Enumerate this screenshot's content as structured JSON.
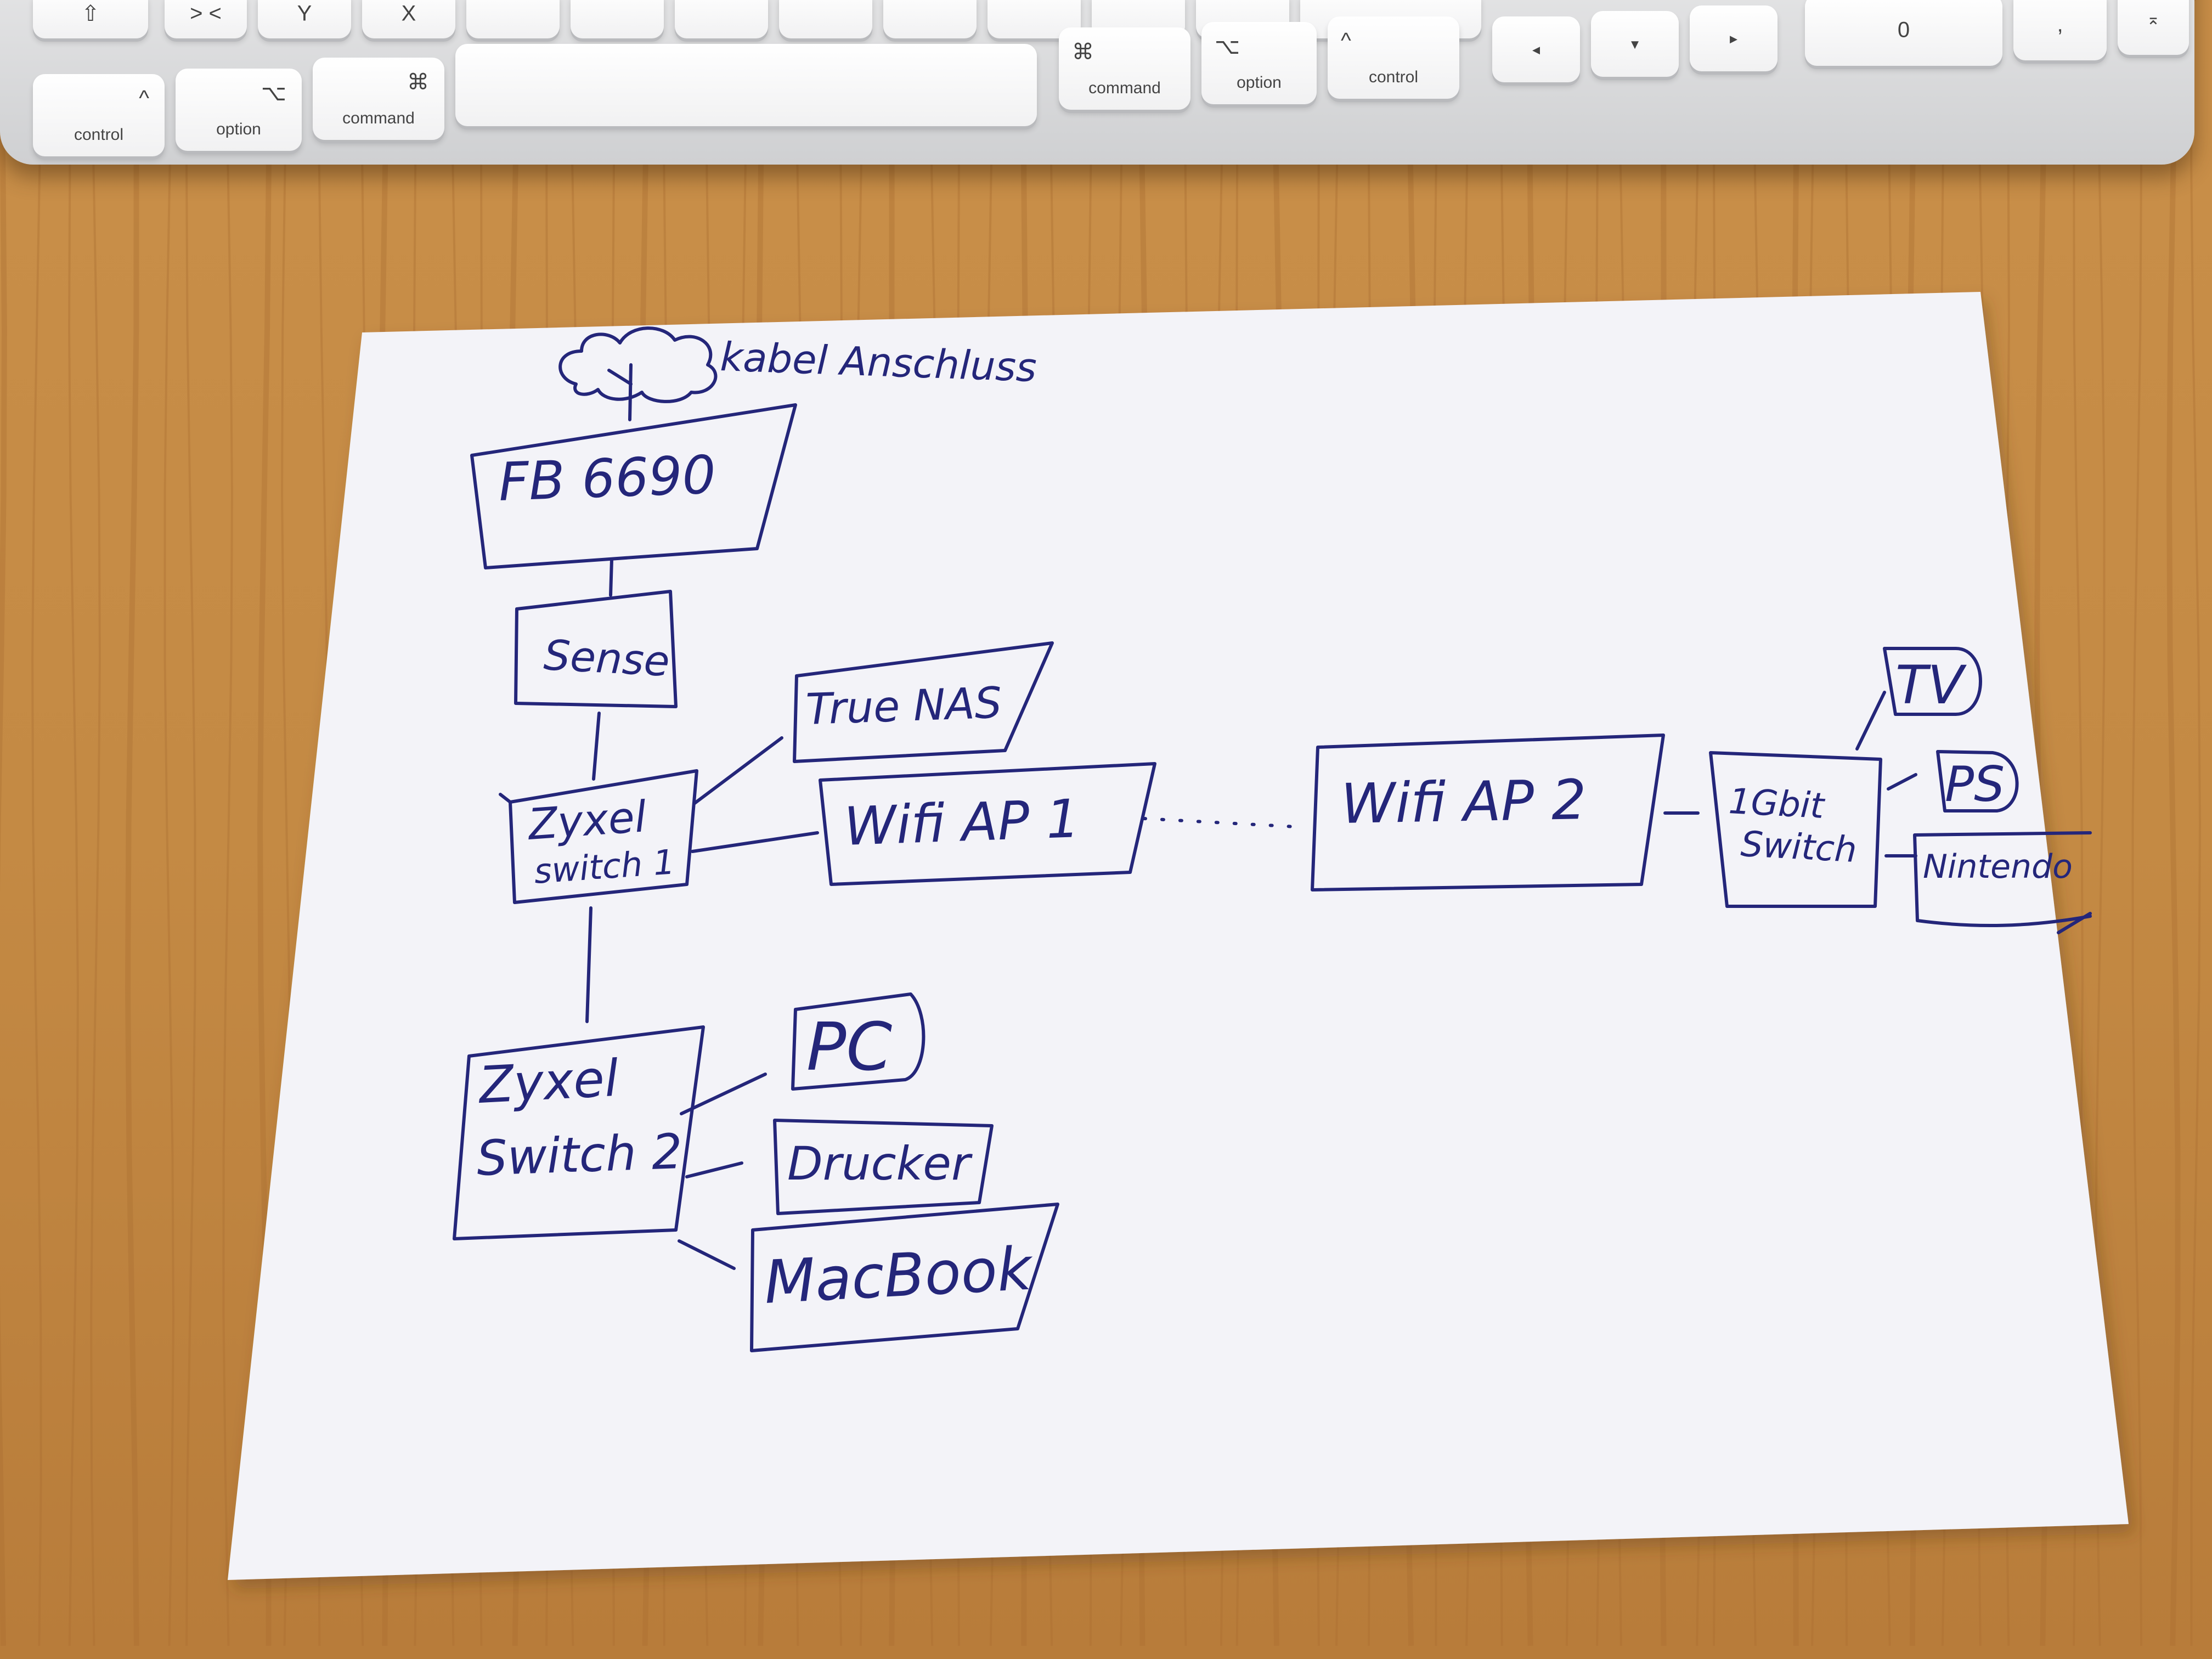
{
  "keyboard": {
    "row_top": [
      {
        "sym": "⇧",
        "label": ""
      },
      {
        "sym": "> <",
        "label": ""
      },
      {
        "sym": "Y",
        "label": ""
      },
      {
        "sym": "X",
        "label": ""
      }
    ],
    "row_bottom": [
      {
        "sym": "^",
        "label": "control"
      },
      {
        "sym": "⌥",
        "label": "option"
      },
      {
        "sym": "⌘",
        "label": "command"
      },
      {
        "sym": "",
        "label": ""
      },
      {
        "sym": "⌘",
        "label": "command"
      },
      {
        "sym": "⌥",
        "label": "option"
      },
      {
        "sym": "^",
        "label": "control"
      }
    ],
    "arrows": [
      "◂",
      "▾",
      "▸"
    ],
    "numpad": [
      "0",
      ",",
      "⌅"
    ]
  },
  "diagram": {
    "cloud_label": "kabel Anschluss",
    "nodes": {
      "fb": "FB 6690",
      "sense": "Sense",
      "switch1": [
        "Zyxel",
        "switch 1"
      ],
      "truenas": "True NAS",
      "wifi1": "Wifi AP 1",
      "wifi2": "Wifi AP 2",
      "gbit": [
        "1Gbit",
        "Switch"
      ],
      "tv": "TV",
      "ps": "PS",
      "nintendo": "Nintendo",
      "switch2": [
        "Zyxel",
        "Switch 2"
      ],
      "pc": "PC",
      "drucker": "Drucker",
      "macbook": "MacBook"
    }
  },
  "colors": {
    "ink": "#24267a",
    "paper": "#f3f3f8",
    "wood": "#c8904a"
  }
}
